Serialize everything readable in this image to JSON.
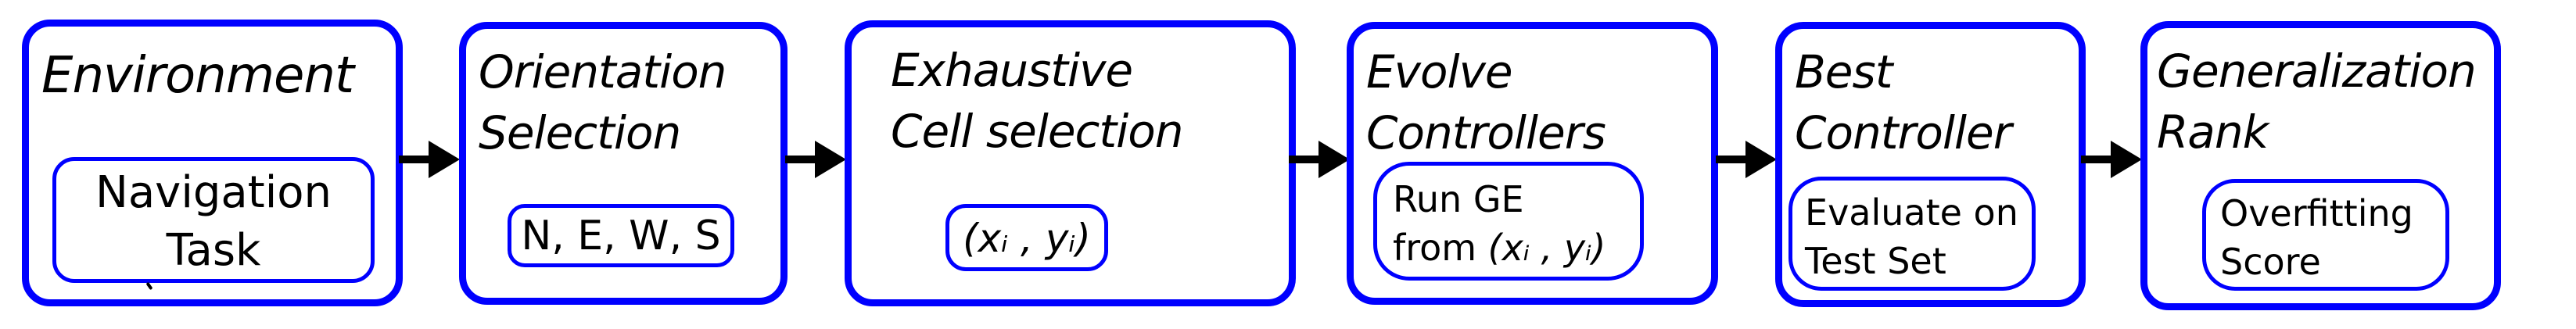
{
  "colors": {
    "box_border": "#0000ff",
    "text": "#000000",
    "arrow": "#000000",
    "background": "#ffffff"
  },
  "boxes": [
    {
      "name": "Environment",
      "title_lines": [
        "Environment"
      ],
      "inner_lines": [
        "Navigation",
        "Task"
      ]
    },
    {
      "name": "Orientation Selection",
      "title_lines": [
        "Orientation",
        "Selection"
      ],
      "inner_lines": [
        "N, E, W, S"
      ]
    },
    {
      "name": "Exhaustive Cell selection",
      "title_lines": [
        "Exhaustive",
        "Cell selection"
      ],
      "inner_math": "(xᵢ , yᵢ)"
    },
    {
      "name": "Evolve Controllers",
      "title_lines": [
        "Evolve",
        "Controllers"
      ],
      "inner_lines": [
        "Run GE"
      ],
      "inner_line2_prefix": "from ",
      "inner_line2_math": "(xᵢ , yᵢ)"
    },
    {
      "name": "Best Controller",
      "title_lines": [
        "Best",
        "Controller"
      ],
      "inner_lines": [
        "Evaluate on",
        "Test Set"
      ]
    },
    {
      "name": "Generalization Rank",
      "title_lines": [
        "Generalization",
        "Rank"
      ],
      "inner_lines": [
        "Overfitting",
        "Score"
      ]
    }
  ]
}
